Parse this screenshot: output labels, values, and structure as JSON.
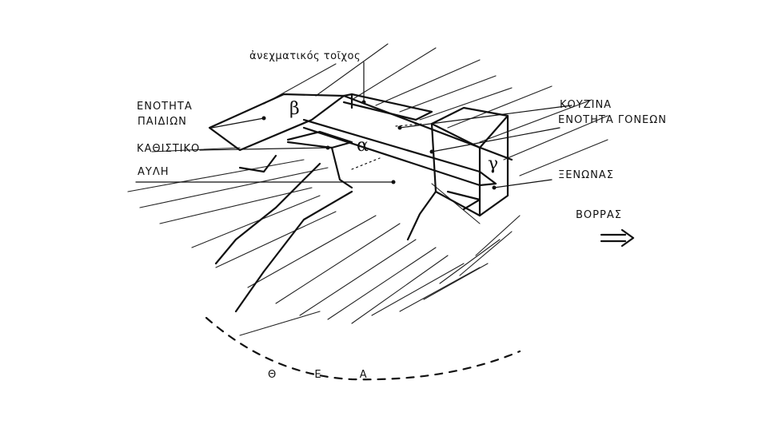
{
  "labels": {
    "wall": "ἀνεχματικός τοῖχος",
    "children_1": "ΕΝΟΤΗΤΑ",
    "children_2": "ΠΑΙΔΙΩΝ",
    "living": "ΚΑΘΙΣΤΙΚΟ",
    "court": "ΑΥΛΗ",
    "kitchen": "ΚΟΥΖΙΝΑ",
    "parents": "ΕΝΟΤΗΤΑ ΓΟΝΕΩΝ",
    "guest": "ΞΕΝΩΝΑΣ",
    "north": "ΒΟΡΡΑΣ",
    "view": "Θ Ε Α"
  },
  "zones": {
    "alpha": "α",
    "beta": "β",
    "gamma": "γ"
  },
  "north_arrow": "⇒"
}
